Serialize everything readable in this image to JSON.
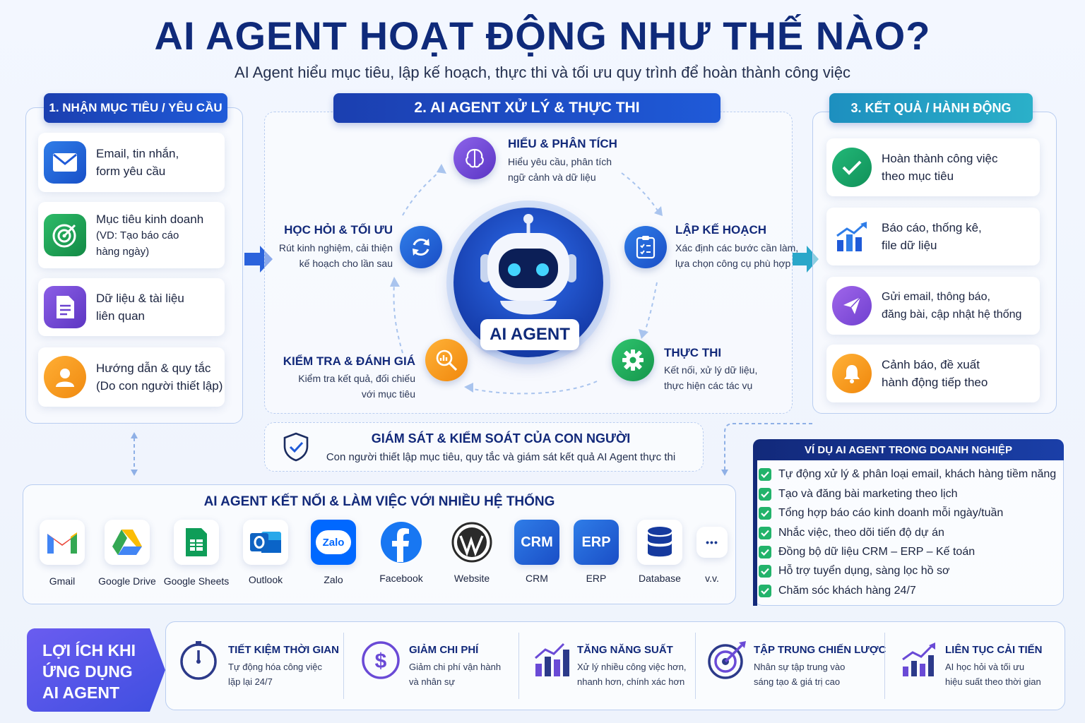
{
  "header": {
    "title": "AI AGENT HOẠT ĐỘNG NHƯ THẾ NÀO?",
    "subtitle": "AI Agent hiểu mục tiêu, lập kế hoạch, thực thi và tối ưu quy trình để hoàn thành công việc"
  },
  "input": {
    "tag": "1. NHẬN MỤC TIÊU / YÊU CẦU",
    "items": [
      {
        "l1": "Email, tin nhắn,",
        "l2": "form yêu cầu",
        "icon": "mail-icon"
      },
      {
        "l1": "Mục tiêu kinh doanh",
        "l2": "(VD: Tạo báo cáo",
        "l3": "hàng ngày)",
        "icon": "target-icon"
      },
      {
        "l1": "Dữ liệu & tài liệu",
        "l2": "liên quan",
        "icon": "document-icon"
      },
      {
        "l1": "Hướng dẫn & quy tắc",
        "l2": "(Do con người thiết lập)",
        "icon": "user-icon"
      }
    ]
  },
  "process": {
    "tag": "2. AI AGENT XỬ LÝ & THỰC THI",
    "center_label": "AI AGENT",
    "steps": [
      {
        "title": "HIỂU & PHÂN TÍCH",
        "l1": "Hiểu yêu cầu, phân tích",
        "l2": "ngữ cảnh và dữ liệu"
      },
      {
        "title": "LẬP KẾ HOẠCH",
        "l1": "Xác định các bước cần làm,",
        "l2": "lựa chọn công cụ phù hợp"
      },
      {
        "title": "THỰC THI",
        "l1": "Kết nối, xử lý dữ liệu,",
        "l2": "thực hiện các tác vụ"
      },
      {
        "title": "KIỂM TRA & ĐÁNH GIÁ",
        "l1": "Kiểm tra kết quả, đối chiếu",
        "l2": "với mục tiêu"
      },
      {
        "title": "HỌC HỎI & TỐI ƯU",
        "l1": "Rút kinh nghiệm, cải thiện",
        "l2": "kế hoạch cho lần sau"
      }
    ],
    "oversight": {
      "title": "GIÁM SÁT & KIỂM SOÁT CỦA CON NGƯỜI",
      "desc": "Con người thiết lập mục tiêu, quy tắc và giám sát kết quả AI Agent thực thi"
    }
  },
  "output": {
    "tag": "3. KẾT QUẢ / HÀNH ĐỘNG",
    "items": [
      {
        "l1": "Hoàn thành công việc",
        "l2": "theo mục tiêu"
      },
      {
        "l1": "Báo cáo, thống kê,",
        "l2": "file dữ liệu"
      },
      {
        "l1": "Gửi email, thông báo,",
        "l2": "đăng bài, cập nhật hệ thống"
      },
      {
        "l1": "Cảnh báo, đề xuất",
        "l2": "hành động tiếp theo"
      }
    ]
  },
  "integrations": {
    "title": "AI AGENT KẾT NỐI & LÀM VIỆC VỚI NHIỀU HỆ THỐNG",
    "apps": [
      "Gmail",
      "Google Drive",
      "Google Sheets",
      "Outlook",
      "Zalo",
      "Facebook",
      "Website",
      "CRM",
      "ERP",
      "Database",
      "v.v."
    ],
    "zalo_logo": "Zalo",
    "crm_logo": "CRM",
    "erp_logo": "ERP",
    "more_logo": "•••"
  },
  "examples": {
    "title": "VÍ DỤ AI AGENT TRONG DOANH NGHIỆP",
    "items": [
      "Tự động xử lý & phân loại email, khách hàng tiềm năng",
      "Tạo và đăng bài marketing theo lịch",
      "Tổng hợp báo cáo kinh doanh mỗi ngày/tuần",
      "Nhắc việc, theo dõi tiến độ dự án",
      "Đồng bộ dữ liệu CRM – ERP – Kế toán",
      "Hỗ trợ tuyển dụng, sàng lọc hồ sơ",
      "Chăm sóc khách hàng 24/7"
    ]
  },
  "benefits": {
    "l1": "LỢI ÍCH KHI",
    "l2": "ỨNG DỤNG",
    "l3": "AI AGENT",
    "items": [
      {
        "title": "TIẾT KIỆM THỜI GIAN",
        "l1": "Tự động hóa công việc",
        "l2": "lặp lại 24/7"
      },
      {
        "title": "GIẢM CHI PHÍ",
        "l1": "Giảm chi phí vận hành",
        "l2": "và nhân sự"
      },
      {
        "title": "TĂNG NĂNG SUẤT",
        "l1": "Xử lý nhiều công việc hơn,",
        "l2": "nhanh hơn, chính xác hơn"
      },
      {
        "title": "TẬP TRUNG CHIẾN LƯỢC",
        "l1": "Nhân sự tập trung vào",
        "l2": "sáng tạo & giá trị cao"
      },
      {
        "title": "LIÊN TỤC CẢI TIẾN",
        "l1": "AI học hỏi và tối ưu",
        "l2": "hiệu suất theo thời gian"
      }
    ]
  }
}
